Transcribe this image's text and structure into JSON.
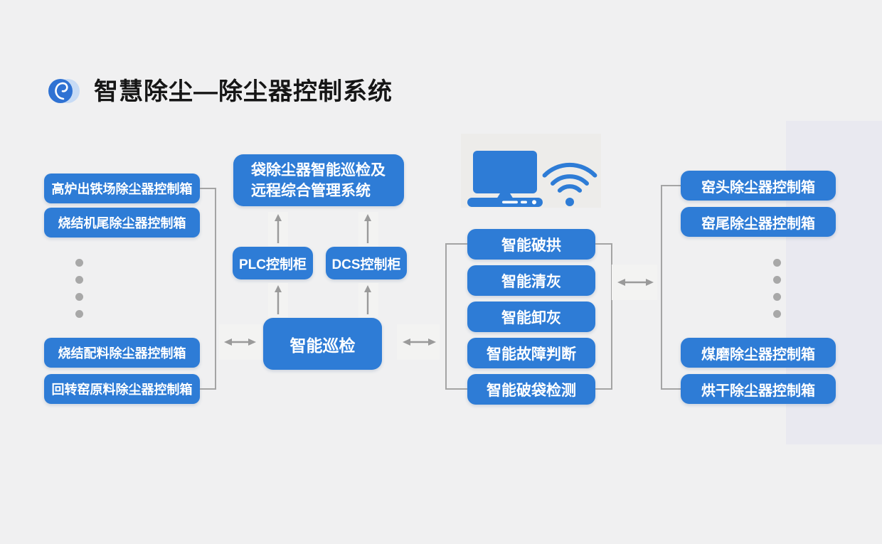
{
  "header": {
    "title": "智慧除尘—除尘器控制系统"
  },
  "left_column": {
    "top_boxes": [
      "高炉出铁场除尘器控制箱",
      "烧结机尾除尘器控制箱"
    ],
    "bottom_boxes": [
      "烧结配料除尘器控制箱",
      "回转窑原料除尘器控制箱"
    ],
    "ellipsis_dots": 4
  },
  "center": {
    "management_system_box": {
      "line1": "袋除尘器智能巡检及",
      "line2": "远程综合管理系统"
    },
    "plc_box": "PLC控制柜",
    "dcs_box": "DCS控制柜",
    "inspection_box": "智能巡检"
  },
  "functions_column": [
    "智能破拱",
    "智能清灰",
    "智能卸灰",
    "智能故障判断",
    "智能破袋检测"
  ],
  "right_column": {
    "top_boxes": [
      "窑头除尘器控制箱",
      "窑尾除尘器控制箱"
    ],
    "bottom_boxes": [
      "煤磨除尘器控制箱",
      "烘干除尘器控制箱"
    ],
    "ellipsis_dots": 4
  },
  "icons": {
    "logo": "swirl-logo-icon",
    "computer": "computer-monitor-icon",
    "wifi": "wifi-icon",
    "ellipsis": "vertical-dots"
  },
  "colors": {
    "box_blue": "#2e7cd6",
    "box_text": "#ffffff",
    "connector_gray": "#a4a4a4",
    "arrow_gray": "#9a9a9a",
    "background": "#f0f0f1",
    "accent_panel": "#e9e9f0",
    "device_panel": "#edecea",
    "title_text": "#161616"
  }
}
